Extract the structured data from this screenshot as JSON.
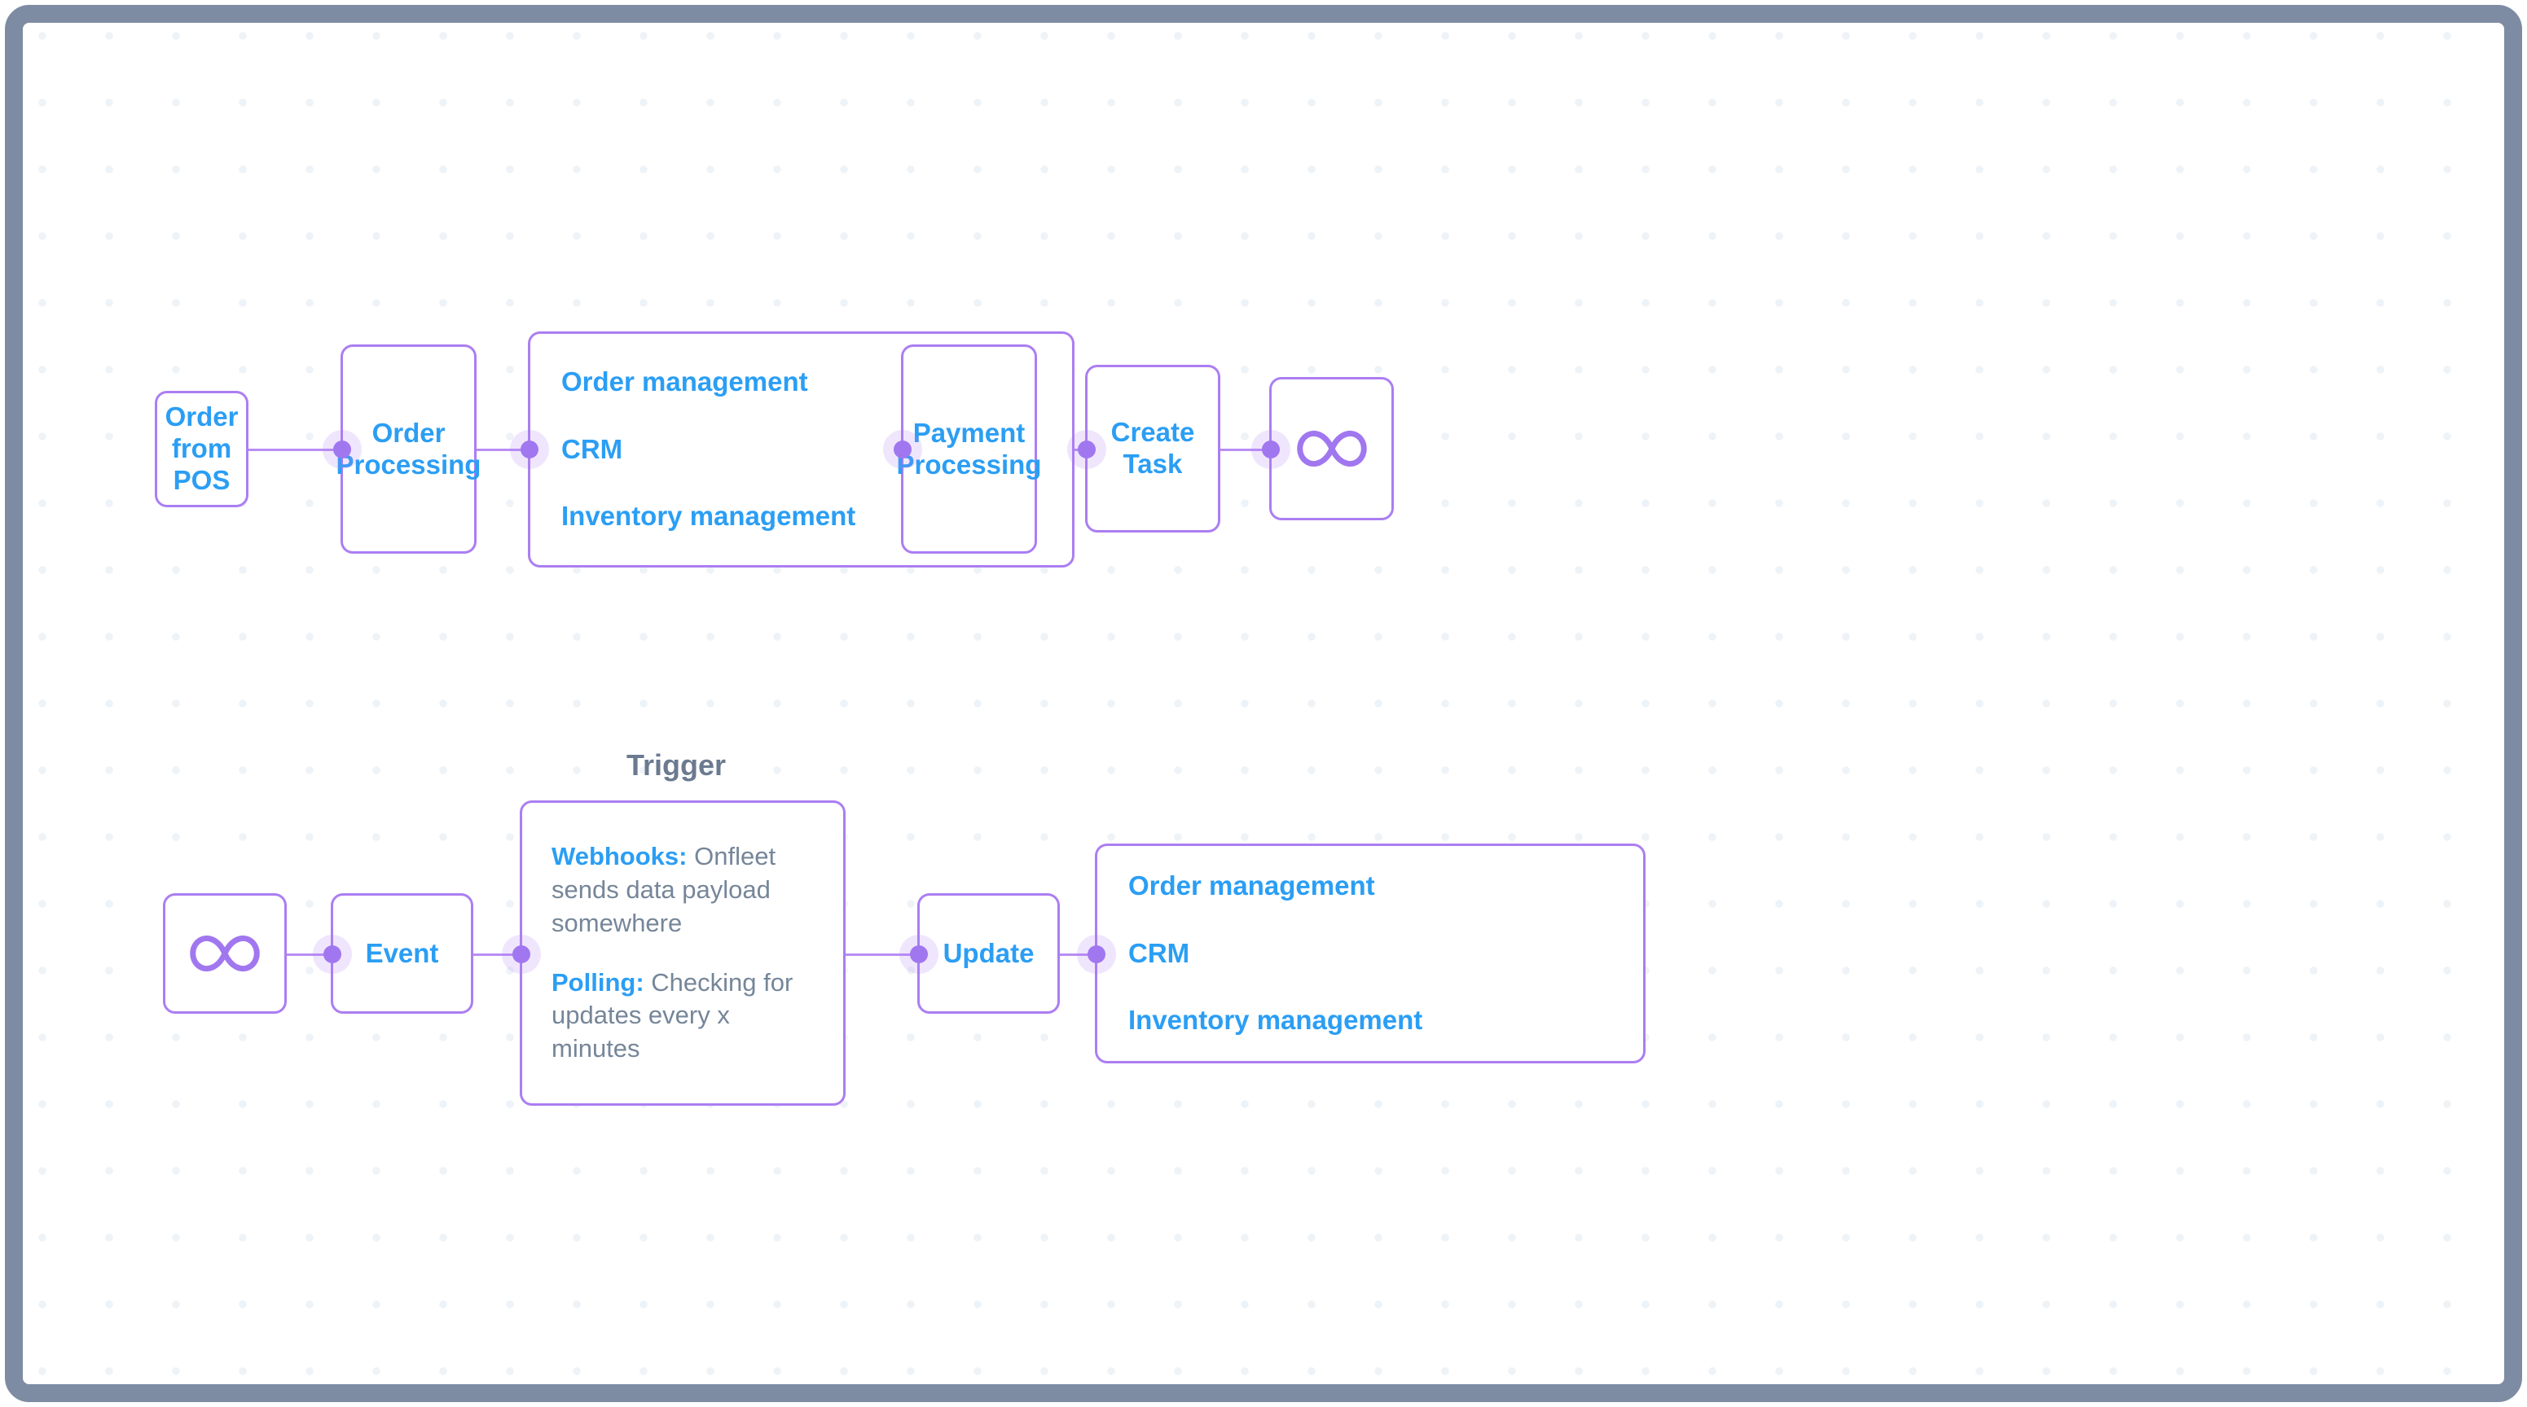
{
  "theme": {
    "frame_border": "#7d8ca3",
    "node_border": "#ab7ef2",
    "node_text_blue": "#2b9ef4",
    "body_text_gray": "#768699",
    "label_gray": "#6b7a90",
    "edge_purple": "#b98ef5",
    "port_purple": "#a177f0",
    "canvas_dot": "#eef3f8",
    "canvas_bg": "#ffffff"
  },
  "diagram": {
    "type": "flow-diagram",
    "rows": [
      {
        "id": "order-flow",
        "label": "",
        "nodes": [
          {
            "id": "order-from-pos",
            "kind": "text",
            "lines": [
              "Order from\nPOS"
            ]
          },
          {
            "id": "order-processing",
            "kind": "text",
            "lines": [
              "Order\nProcessing"
            ]
          },
          {
            "id": "systems-1",
            "kind": "list",
            "lines": [
              "Order management",
              "CRM",
              "Inventory management"
            ]
          },
          {
            "id": "payment-processing",
            "kind": "text",
            "lines": [
              "Payment\nProcessing"
            ]
          },
          {
            "id": "create-task",
            "kind": "text",
            "lines": [
              "Create\nTask"
            ]
          },
          {
            "id": "onfleet-loop-1",
            "kind": "icon",
            "icon": "infinity-icon",
            "lines": []
          }
        ]
      },
      {
        "id": "trigger-flow",
        "label": "Trigger",
        "nodes": [
          {
            "id": "onfleet-loop-2",
            "kind": "icon",
            "icon": "infinity-icon",
            "lines": []
          },
          {
            "id": "event",
            "kind": "text",
            "lines": [
              "Event"
            ]
          },
          {
            "id": "trigger-detail",
            "kind": "desc",
            "paragraphs": [
              {
                "lead": "Webhooks:",
                "body": " Onfleet sends data payload somewhere"
              },
              {
                "lead": "Polling:",
                "body": " Checking for updates every x minutes"
              }
            ]
          },
          {
            "id": "update",
            "kind": "text",
            "lines": [
              "Update"
            ]
          },
          {
            "id": "systems-2",
            "kind": "list",
            "lines": [
              "Order management",
              "CRM",
              "Inventory management"
            ]
          }
        ]
      }
    ]
  }
}
